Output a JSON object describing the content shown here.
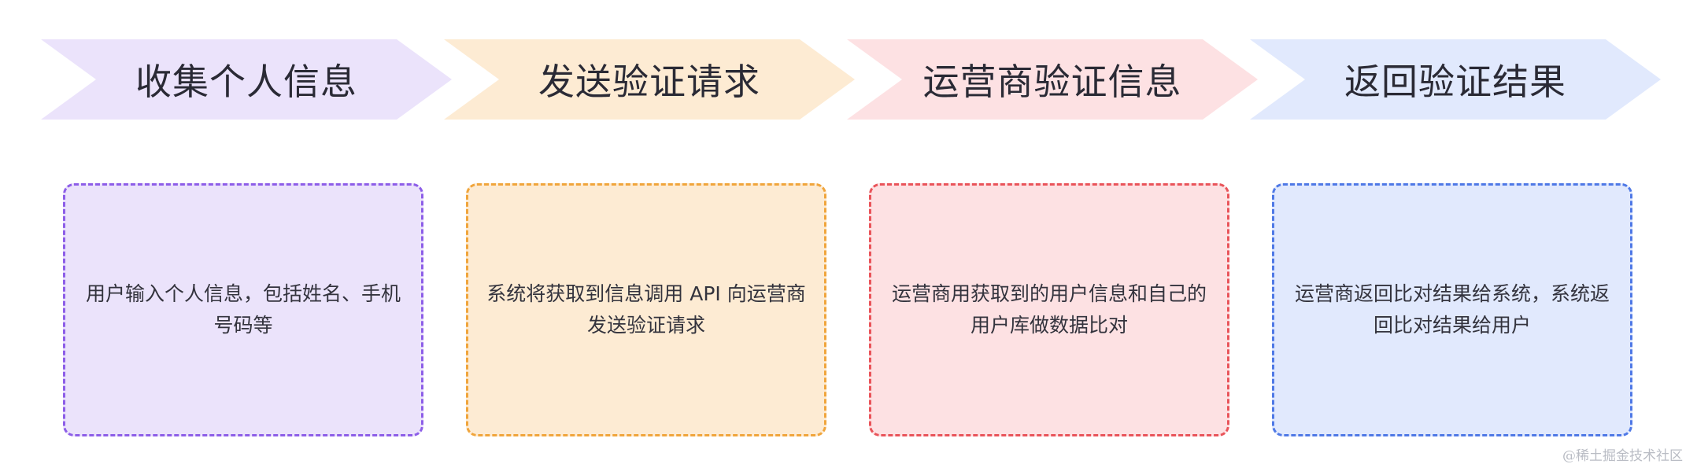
{
  "steps": [
    {
      "title": "收集个人信息",
      "description": "用户输入个人信息，包括姓名、手机号码等",
      "fill_color": "#ebe3fb",
      "border_color": "#8d5ee8"
    },
    {
      "title": "发送验证请求",
      "description": "系统将获取到信息调用 API 向运营商发送验证请求",
      "fill_color": "#fdebd3",
      "border_color": "#f0a53c"
    },
    {
      "title": "运营商验证信息",
      "description": "运营商用获取到的用户信息和自己的用户库做数据比对",
      "fill_color": "#fde1e3",
      "border_color": "#e9545a"
    },
    {
      "title": "返回验证结果",
      "description": "运营商返回比对结果给系统，系统返回比对结果给用户",
      "fill_color": "#e1e9fd",
      "border_color": "#4f79e6"
    }
  ],
  "watermark": "@稀土掘金技术社区"
}
